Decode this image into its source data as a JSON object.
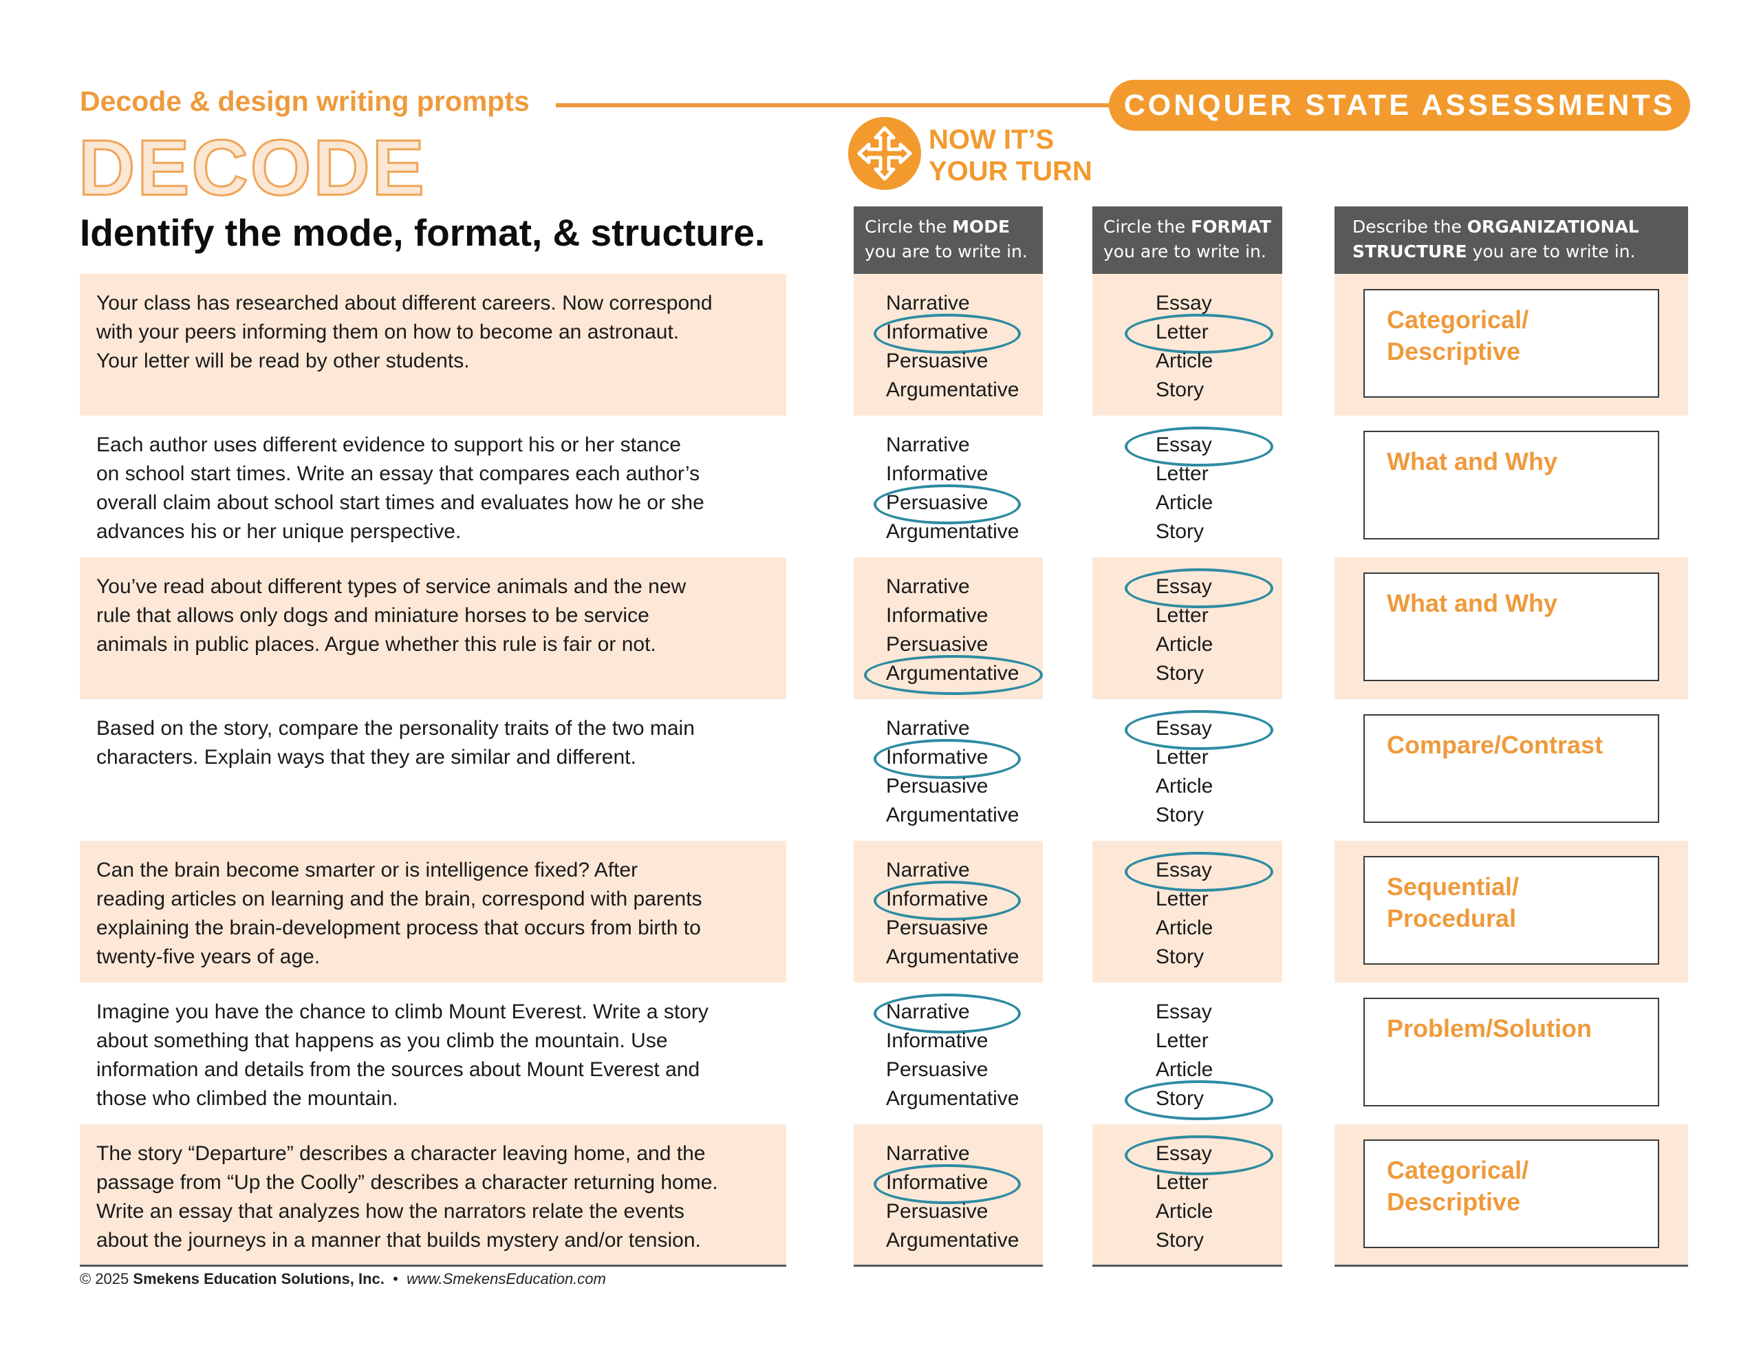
{
  "header": {
    "subtitle": "Decode & design writing prompts",
    "banner": "CONQUER STATE ASSESSMENTS",
    "title": "DECODE",
    "headline": "Identify the mode, format, & structure.",
    "now_line1": "NOW IT’S",
    "now_line2": "YOUR TURN"
  },
  "columns": {
    "mode": {
      "pre": "Circle the ",
      "bold": "MODE",
      "line2": "you are to write in."
    },
    "format": {
      "pre": "Circle the ",
      "bold": "FORMAT",
      "line2": "you are to write in."
    },
    "structure": {
      "pre": "Describe the ",
      "bold": "ORGANIZATIONAL",
      "line2_bold": "STRUCTURE",
      "line2": " you are to write in."
    }
  },
  "mode_options": [
    "Narrative",
    "Informative",
    "Persuasive",
    "Argumentative"
  ],
  "format_options": [
    "Essay",
    "Letter",
    "Article",
    "Story"
  ],
  "rows": [
    {
      "prompt": "Your class has researched about different careers. Now correspond\nwith your peers informing them on how to become an astronaut.\nYour letter will be read by other students.",
      "mode_circled": "Informative",
      "format_circled": "Letter",
      "structure": "Categorical/\nDescriptive"
    },
    {
      "prompt": "Each author uses different evidence to support his or her stance\non school start times. Write an essay that compares each author’s\noverall claim about school start times and evaluates how he or she\nadvances his or her unique perspective.",
      "mode_circled": "Persuasive",
      "format_circled": "Essay",
      "structure": "What and Why"
    },
    {
      "prompt": "You’ve read about different types of service animals and the new\nrule that allows only dogs and miniature horses to be service\nanimals in public places. Argue whether this rule is fair or not.",
      "mode_circled": "Argumentative",
      "format_circled": "Essay",
      "structure": "What and Why"
    },
    {
      "prompt": "Based on the story, compare the personality traits of the two main\ncharacters. Explain ways that they are similar and different.",
      "mode_circled": "Informative",
      "format_circled": "Essay",
      "structure": "Compare/Contrast"
    },
    {
      "prompt": "Can the brain become smarter or is intelligence fixed? After\nreading articles on learning and the brain, correspond with parents\nexplaining the brain-development process that occurs from birth to\ntwenty-five years of age.",
      "mode_circled": "Informative",
      "format_circled": "Essay",
      "structure": "Sequential/\nProcedural"
    },
    {
      "prompt": "Imagine you have the chance to climb Mount Everest.  Write a story\nabout something that happens as you climb the mountain.  Use\ninformation and details from the sources about Mount Everest and\nthose who climbed the mountain.",
      "mode_circled": "Narrative",
      "format_circled": "Story",
      "structure": "Problem/Solution"
    },
    {
      "prompt": "The story “Departure” describes a character leaving home, and the\npassage from “Up the Coolly” describes a character returning home.\nWrite an essay that analyzes how the narrators relate the events\nabout the journeys in a manner that builds mystery and/or tension.",
      "mode_circled": "Informative",
      "format_circled": "Essay",
      "structure": "Categorical/\nDescriptive"
    }
  ],
  "footer": {
    "copyright": "© 2025 ",
    "company": "Smekens Education Solutions, Inc.",
    "separator": "  •  ",
    "url": "www.SmekensEducation.com"
  },
  "colors": {
    "accent_orange": "#f29a2e",
    "row_shade": "#fde8d7",
    "header_gray": "#58595b",
    "circle_teal": "#2e8ba2"
  }
}
